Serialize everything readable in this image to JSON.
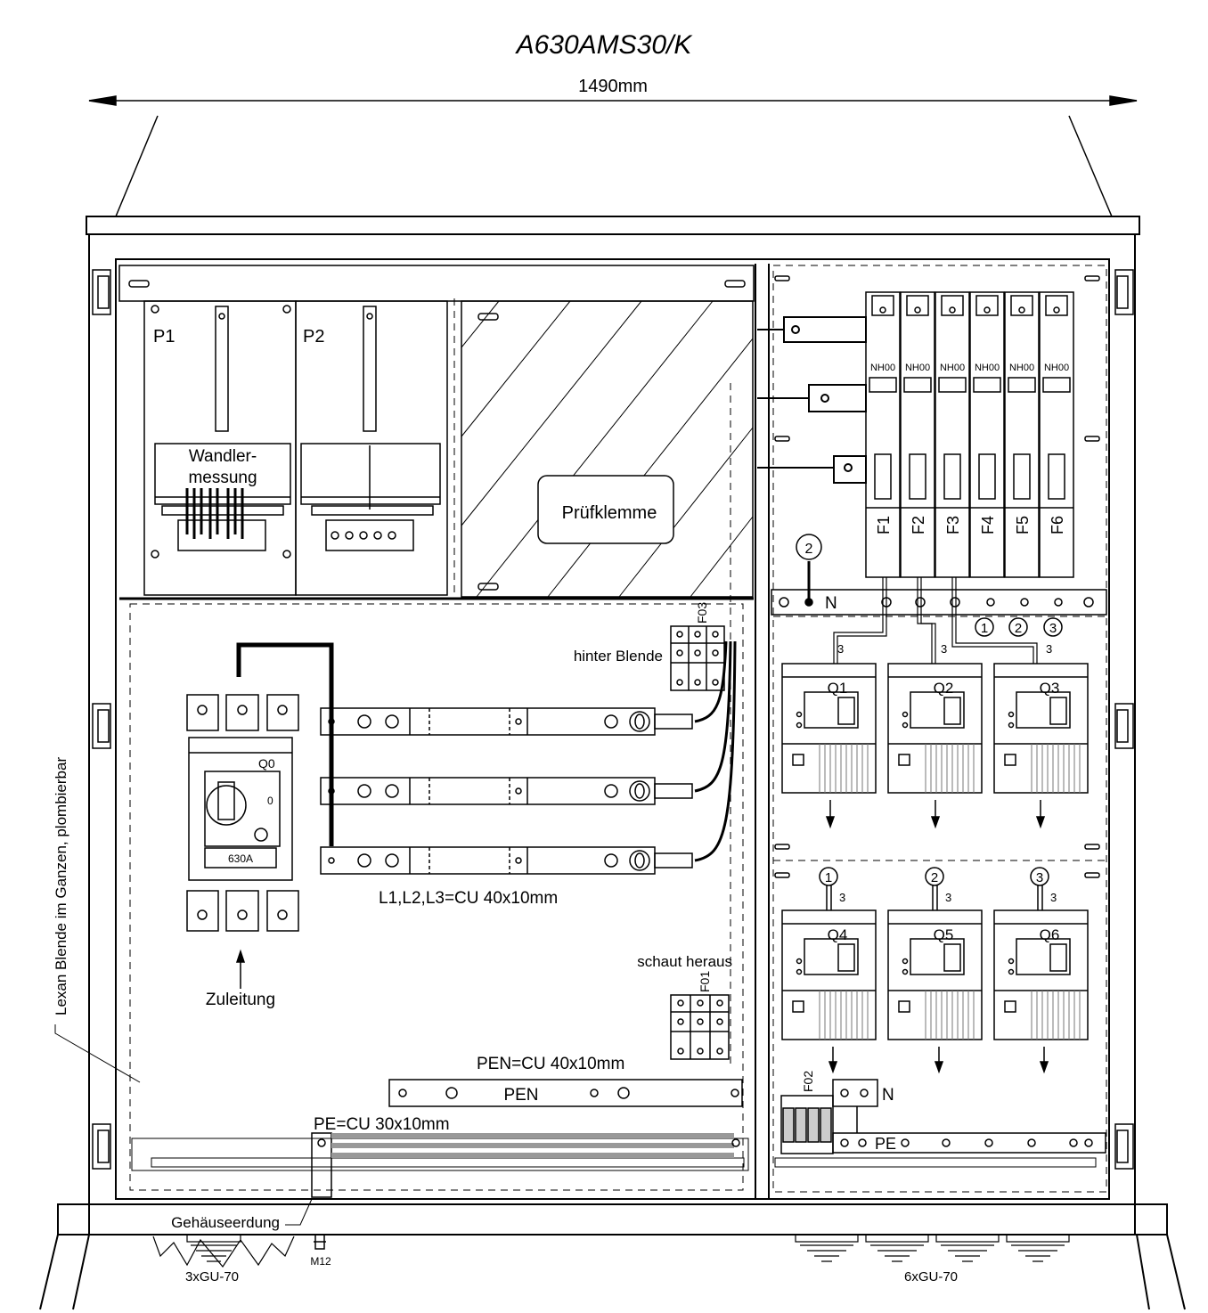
{
  "title": "A630AMS30/K",
  "width_dim": "1490mm",
  "meter_left": "P1",
  "meter_right": "P2",
  "wandler_1": "Wandler-",
  "wandler_2": "messung",
  "pruefklemme": "Prüfklemme",
  "hinter_blende": "hinter Blende",
  "schaut_heraus": "schaut heraus",
  "main_switch": {
    "label": "Q0",
    "pos": "0",
    "rating": "630A"
  },
  "zuleitung": "Zuleitung",
  "busbar_spec": "L1,L2,L3=CU 40x10mm",
  "pen_spec": "PEN=CU 40x10mm",
  "pen_label": "PEN",
  "pe_spec": "PE=CU 30x10mm",
  "pe_label": "PE",
  "n_label": "N",
  "gehaeuseerdung": "Gehäuseerdung",
  "lexan": "Lexan Blende im Ganzen, plombierbar",
  "fuses": [
    "F1",
    "F2",
    "F3",
    "F4",
    "F5",
    "F6"
  ],
  "fuse_type": "NH00",
  "f01": "F01",
  "f02": "F02",
  "f03": "F03",
  "breakers_top": [
    "Q1",
    "Q2",
    "Q3"
  ],
  "breakers_bottom": [
    "Q4",
    "Q5",
    "Q6"
  ],
  "markers": [
    "1",
    "2",
    "3"
  ],
  "marker_two": "2",
  "cable_count": "3",
  "gland_left": "3xGU-70",
  "gland_right": "6xGU-70",
  "bolt": "M12"
}
